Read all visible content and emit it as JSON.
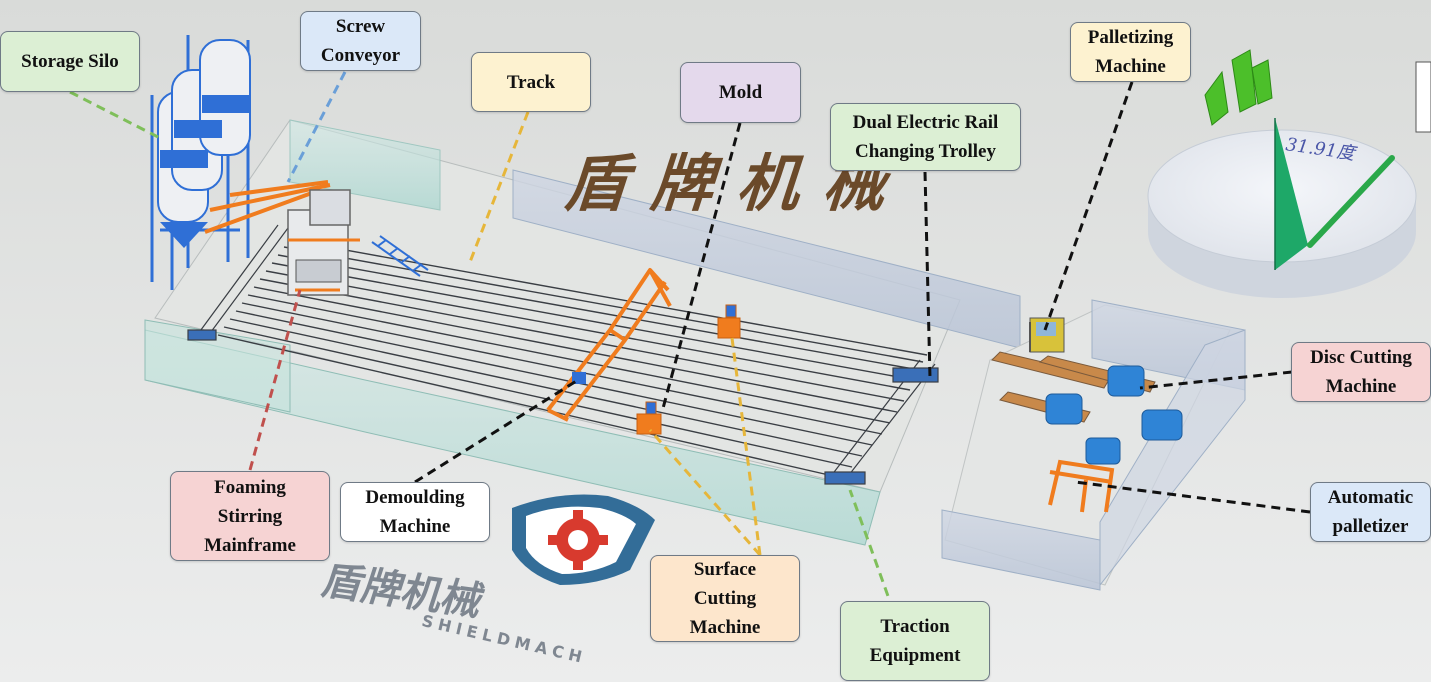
{
  "watermark": {
    "chars": "盾牌机械",
    "brand_en": "SHIELDMACH"
  },
  "angle_readout": "31.91度",
  "labels": {
    "storage_silo": [
      "Storage Silo"
    ],
    "screw_conveyor": [
      "Screw",
      "Conveyor"
    ],
    "track": [
      "Track"
    ],
    "mold": [
      "Mold"
    ],
    "dual_trolley": [
      "Dual Electric Rail",
      "Changing Trolley"
    ],
    "palletizing_machine": [
      "Palletizing",
      "Machine"
    ],
    "disc_cutting": [
      "Disc Cutting",
      "Machine"
    ],
    "automatic_palletizer": [
      "Automatic",
      "palletizer"
    ],
    "traction_equipment": [
      "Traction",
      "Equipment"
    ],
    "surface_cutting": [
      "Surface",
      "Cutting",
      "Machine"
    ],
    "demoulding": [
      "Demoulding",
      "Machine"
    ],
    "foaming_stirring": [
      "Foaming",
      "Stirring",
      "Mainframe"
    ]
  },
  "colors": {
    "silo_blue": "#2f6fd6",
    "machine_orange": "#f07c1e",
    "rail_dark": "#3a3e44",
    "leader_black": "#111111",
    "leader_green": "#7fbf5a",
    "leader_blue": "#6a9fd8",
    "leader_yellow": "#e6b63a",
    "leader_red": "#c0504d",
    "logo_blue": "#1f5f8f",
    "logo_red": "#d83a2e",
    "pie_green": "#1ea868"
  }
}
